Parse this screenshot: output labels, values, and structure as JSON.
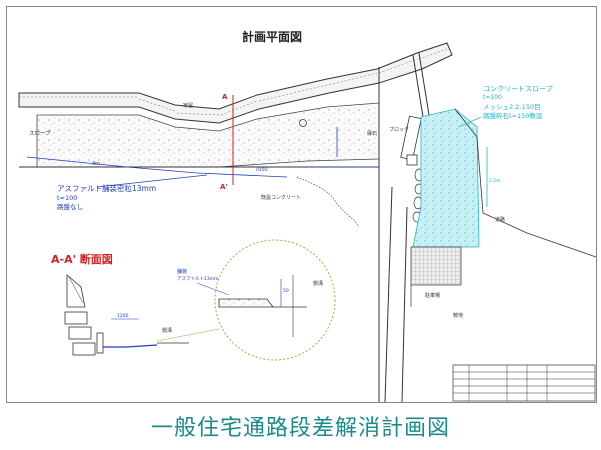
{
  "drawing_title": "計画平面図",
  "caption": "一般住宅通路段差解消計画図",
  "section_marker_top": "A",
  "section_marker_bottom": "A'",
  "section_title": "A-A' 断面図",
  "asphalt_note": {
    "line1": "アスファルト舗装密粒13mm",
    "line2": "t=100",
    "line3": "路盤なし"
  },
  "concrete_note": {
    "line1": "コンクリートスロープ",
    "line2": "t=100",
    "line3": "メッシュ2.2-150目",
    "line4": "路盤砕石t=150敷設"
  },
  "labels": {
    "slope": "スロープ",
    "house": "家屋",
    "existing_concrete": "既設コンクリート",
    "road": "道路",
    "parking": "駐車場",
    "area": "敷地",
    "gutter": "側溝"
  },
  "colors": {
    "cad_blue": "#1f3fbf",
    "cad_red": "#d42020",
    "cad_cyan": "#20b8c8",
    "hatch_cyan": "#9fe6ee",
    "detail_circle": "#c79a40",
    "caption_teal": "#1a8a8a"
  }
}
